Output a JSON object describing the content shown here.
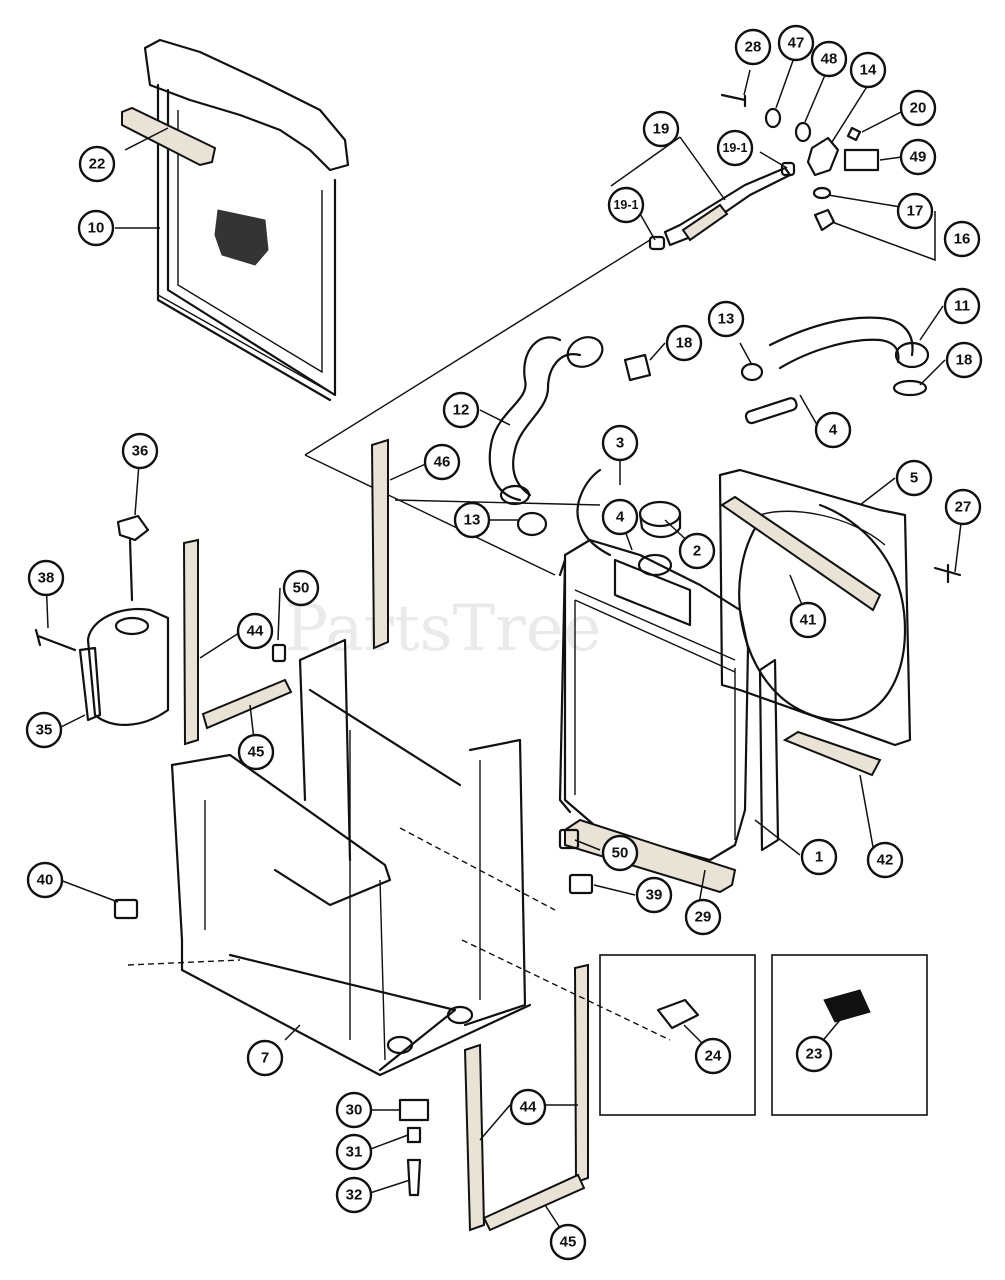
{
  "watermark": "PartsTree",
  "callouts": [
    {
      "id": "c28",
      "label": "28"
    },
    {
      "id": "c47",
      "label": "47"
    },
    {
      "id": "c48",
      "label": "48"
    },
    {
      "id": "c14",
      "label": "14"
    },
    {
      "id": "c20",
      "label": "20"
    },
    {
      "id": "c19",
      "label": "19"
    },
    {
      "id": "c19-1a",
      "label": "19-1"
    },
    {
      "id": "c49",
      "label": "49"
    },
    {
      "id": "c19-1b",
      "label": "19-1"
    },
    {
      "id": "c17",
      "label": "17"
    },
    {
      "id": "c16",
      "label": "16"
    },
    {
      "id": "c22",
      "label": "22"
    },
    {
      "id": "c10",
      "label": "10"
    },
    {
      "id": "c11",
      "label": "11"
    },
    {
      "id": "c13a",
      "label": "13"
    },
    {
      "id": "c18a",
      "label": "18"
    },
    {
      "id": "c18b",
      "label": "18"
    },
    {
      "id": "c12",
      "label": "12"
    },
    {
      "id": "c4a",
      "label": "4"
    },
    {
      "id": "c3",
      "label": "3"
    },
    {
      "id": "c46",
      "label": "46"
    },
    {
      "id": "c5",
      "label": "5"
    },
    {
      "id": "c36",
      "label": "36"
    },
    {
      "id": "c13b",
      "label": "13"
    },
    {
      "id": "c4b",
      "label": "4"
    },
    {
      "id": "c2",
      "label": "2"
    },
    {
      "id": "c27",
      "label": "27"
    },
    {
      "id": "c38",
      "label": "38"
    },
    {
      "id": "c50a",
      "label": "50"
    },
    {
      "id": "c44a",
      "label": "44"
    },
    {
      "id": "c41",
      "label": "41"
    },
    {
      "id": "c35",
      "label": "35"
    },
    {
      "id": "c45a",
      "label": "45"
    },
    {
      "id": "c50b",
      "label": "50"
    },
    {
      "id": "c1",
      "label": "1"
    },
    {
      "id": "c42",
      "label": "42"
    },
    {
      "id": "c40",
      "label": "40"
    },
    {
      "id": "c39",
      "label": "39"
    },
    {
      "id": "c29",
      "label": "29"
    },
    {
      "id": "c24",
      "label": "24"
    },
    {
      "id": "c23",
      "label": "23"
    },
    {
      "id": "c7",
      "label": "7"
    },
    {
      "id": "c30",
      "label": "30"
    },
    {
      "id": "c44b",
      "label": "44"
    },
    {
      "id": "c31",
      "label": "31"
    },
    {
      "id": "c32",
      "label": "32"
    },
    {
      "id": "c45b",
      "label": "45"
    }
  ]
}
